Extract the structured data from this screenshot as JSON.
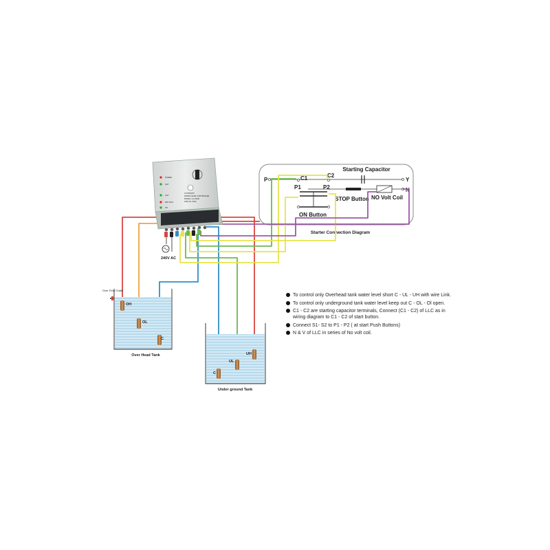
{
  "controller": {
    "body_texts": [
      "AUTOMATIC",
      "WATER LEVEL CONTROLLER",
      "MODEL: LLC-DAB",
      "230V AC, 50Hz"
    ],
    "status_leds": [
      "POWER",
      "OHT",
      "UGT",
      "DRY RUN",
      "ON"
    ]
  },
  "supply_label": "240V AC",
  "overhead_tank": {
    "title": "Over Head Tank",
    "overflow_label": "Over Flow Outlet",
    "probes": [
      "OH",
      "OL",
      "C"
    ]
  },
  "underground_tank": {
    "title": "Under ground Tank",
    "probes": [
      "C",
      "UL",
      "UH"
    ]
  },
  "starter": {
    "title": "Starter Connection Diagram",
    "terminal_p": "P",
    "terminal_y": "Y",
    "terminal_n": "N",
    "c1": "C1",
    "c2": "C2",
    "p1": "P1",
    "p2": "P2",
    "capacitor": "Starting Capacitor",
    "on_button": "ON Button",
    "stop_button": "STOP Button",
    "coil": "NO Volt Coil"
  },
  "notes": [
    "To control only Overhead tank water level short  C - UL - UH with wire Link.",
    "To control only underground tank water level keep out  C - OL - Ol open.",
    "C1 - C2 are starting capacitor terminals, Connect (C1 - C2) of LLC as in wiring diagram to C1 - C2 of start button.",
    "Connect S1- S2 to P1 - P2 ( at start Push Buttons)",
    "N & V of LLC in series of No volt coil."
  ],
  "colors": {
    "wire_red": "#d9453f",
    "wire_orange": "#eda247",
    "wire_blue": "#2f8fc7",
    "wire_yellow": "#e7e44a",
    "wire_green": "#6cba4d",
    "wire_purple": "#9b5aa5",
    "water": "#cfe7f4",
    "probe": "#c98b4f",
    "controller_body": "#e2e5e3"
  }
}
